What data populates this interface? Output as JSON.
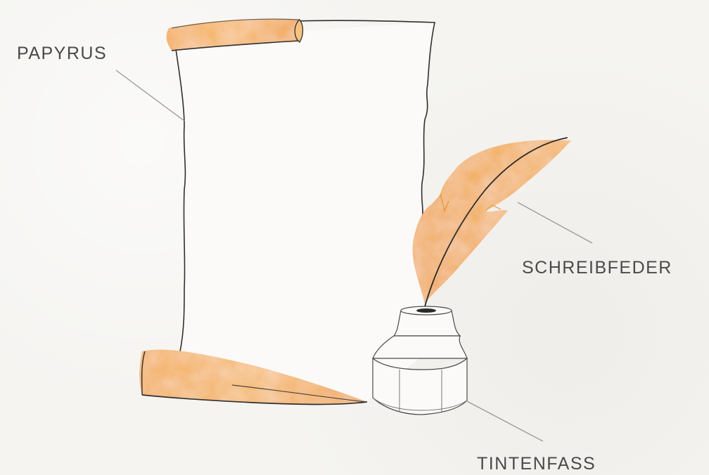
{
  "labels": {
    "papyrus": "PAPYRUS",
    "schreibfeder": "SCHREIBFEDER",
    "tintenfass": "TINTENFASS"
  },
  "colors": {
    "background": "#f5f4f1",
    "accent_orange": "#f2a646",
    "outline": "#2f2f2f",
    "leader_line": "#9a9a9a",
    "label_text": "#4a4a4a"
  },
  "icons": [
    "papyrus-scroll-icon",
    "quill-feather-icon",
    "inkwell-icon"
  ]
}
